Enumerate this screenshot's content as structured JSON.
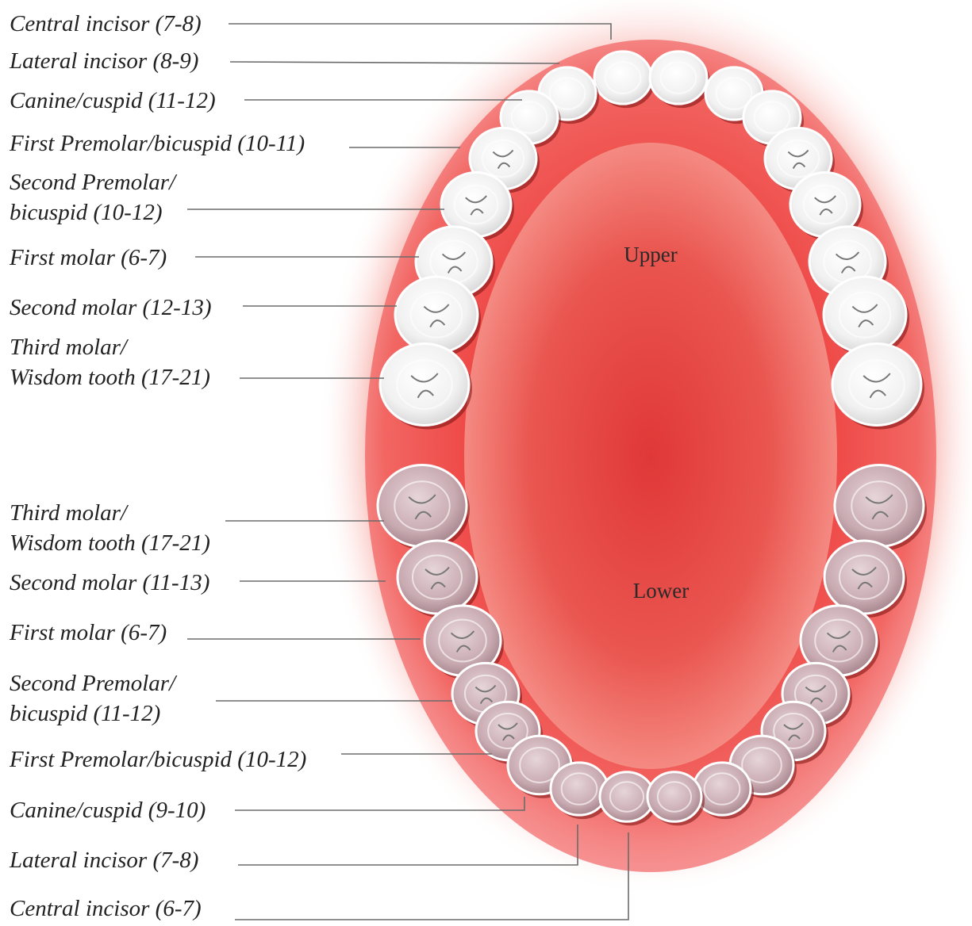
{
  "diagram": {
    "upper_label": "Upper",
    "lower_label": "Lower",
    "colors": {
      "gum": "#ee3d3d",
      "palate": "#e64545",
      "upper_tooth": "#f7f7f7",
      "lower_tooth": "#d2b6bc",
      "leader_line": "#6b6b6b"
    }
  },
  "upper_teeth": [
    {
      "line1": "Central incisor (7-8)"
    },
    {
      "line1": "Lateral incisor (8-9)"
    },
    {
      "line1": "Canine/cuspid (11-12)"
    },
    {
      "line1": "First Premolar/bicuspid (10-11)"
    },
    {
      "line1": "Second Premolar/",
      "line2": "bicuspid (10-12)"
    },
    {
      "line1": "First molar (6-7)"
    },
    {
      "line1": "Second molar (12-13)"
    },
    {
      "line1": "Third molar/",
      "line2": "Wisdom tooth (17-21)"
    }
  ],
  "lower_teeth": [
    {
      "line1": "Third molar/",
      "line2": "Wisdom tooth (17-21)"
    },
    {
      "line1": "Second molar (11-13)"
    },
    {
      "line1": "First molar (6-7)"
    },
    {
      "line1": "Second Premolar/",
      "line2": "bicuspid (11-12)"
    },
    {
      "line1": "First Premolar/bicuspid (10-12)"
    },
    {
      "line1": "Canine/cuspid (9-10)"
    },
    {
      "line1": "Lateral incisor (7-8)"
    },
    {
      "line1": "Central incisor (6-7)"
    }
  ]
}
